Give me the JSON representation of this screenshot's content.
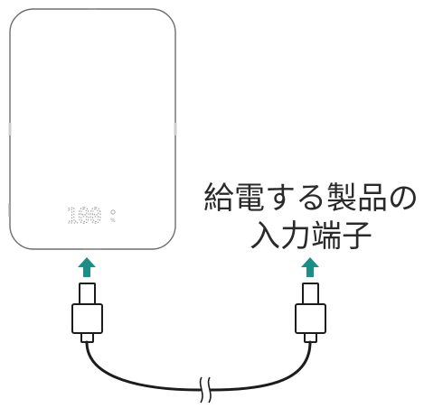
{
  "label": {
    "line1": "給電する製品の",
    "line2": "入力端子"
  },
  "display": {
    "digits": "100",
    "unit": "%"
  },
  "colors": {
    "arrow": "#1a8f88",
    "outline": "#1c1c1c",
    "device_outline": "#6e6e6e"
  }
}
